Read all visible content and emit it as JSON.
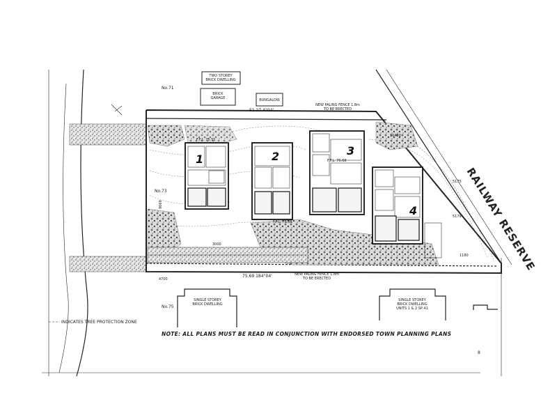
{
  "labels": {
    "neighbour_top": "TWO STOREY\nBRICK DWELLING",
    "brick_garage": "BRICK\nGARAGE",
    "bungalow": "BUNGALOW",
    "no71": "No.71",
    "no73": "No.73",
    "no75": "No.75",
    "top_boundary": "51.27   4°04'",
    "fence_top": "NEW PALING FENCE 1.8m\nTO BE ERECTED",
    "fence_bottom": "NEW PALING FENCE 1.8m\nTO BE ERECTED",
    "bottom_boundary": "75.69   184°04'",
    "railway": "RAILWAY RESERVE",
    "single_storey_left": "SINGLE STOREY\nBRICK DWELLING",
    "single_storey_right": "SINGLE STOREY\nBRICK DWELLING\nUNITS 1 & 2 SP 41",
    "treeprotection": "INDICATES TREE PROTECTION ZONE",
    "note": "NOTE:  ALL PLANS MUST BE READ IN CONJUNCTION WITH ENDORSED TOWN PLANNING PLANS",
    "unit1": "1",
    "unit2": "2",
    "unit3": "3",
    "unit4": "4",
    "ffl1": "F.F.L. 75.51",
    "ffl2": "F.F.L. 76.08",
    "ffl3": "F.F.L. 76.68",
    "dim_9069": "9069",
    "dim_3000": "3000",
    "dim_4700": "4700",
    "dim_10480": "10480",
    "dim_5175": "5175",
    "dim_1180": "1180",
    "dim_5179": "5179",
    "page_mark": "8"
  }
}
